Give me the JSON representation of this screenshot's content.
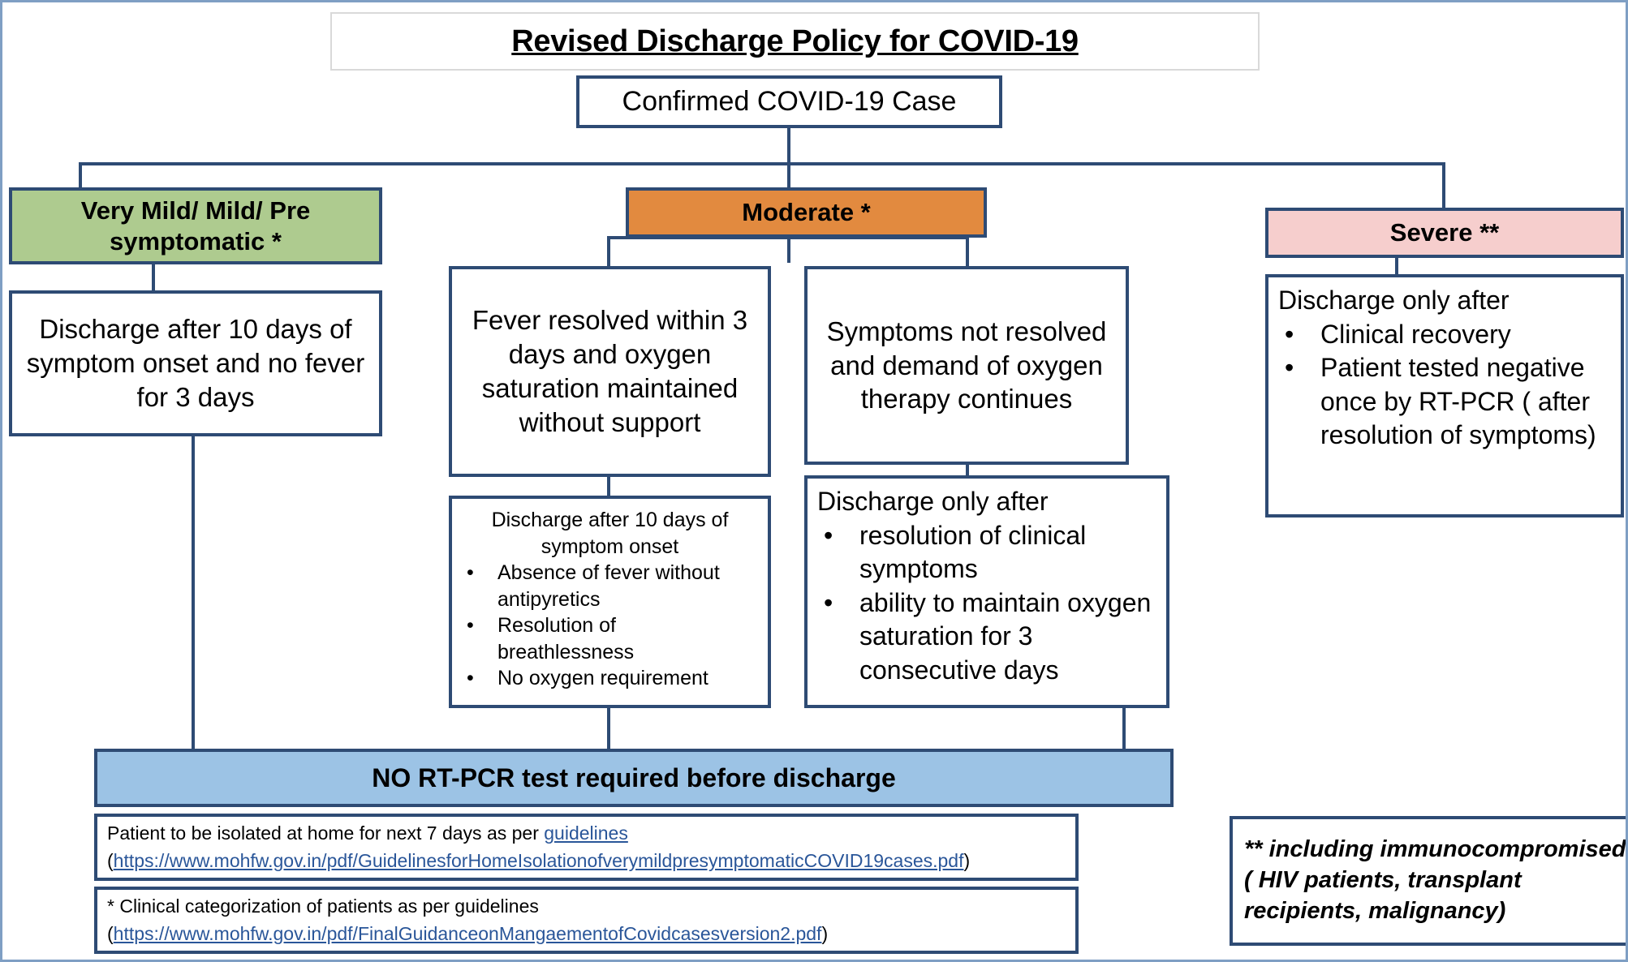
{
  "title": "Revised Discharge Policy for COVID-19",
  "root": {
    "label": "Confirmed  COVID-19 Case"
  },
  "colors": {
    "mild_fill": "#aecb8f",
    "moderate_fill": "#e28a3f",
    "severe_fill": "#f6cecd",
    "summary_fill": "#9cc3e5",
    "border": "#2e4b74",
    "link": "#2a5699"
  },
  "branches": {
    "mild": {
      "header": "Very Mild/ Mild/ Pre symptomatic *",
      "content": "Discharge after 10 days of symptom onset and no fever for 3 days"
    },
    "moderate": {
      "header": "Moderate *",
      "left": {
        "condition": "Fever resolved within 3 days and oxygen saturation maintained without support",
        "outcome_lead": "Discharge after 10 days of symptom onset",
        "outcome_bullets": [
          "Absence of fever without antipyretics",
          "Resolution of breathlessness",
          "No oxygen requirement"
        ]
      },
      "right": {
        "condition": "Symptoms not resolved and demand of oxygen therapy continues",
        "outcome_lead": "Discharge only after",
        "outcome_bullets": [
          "resolution of clinical symptoms",
          "ability to maintain oxygen saturation for 3 consecutive days"
        ]
      }
    },
    "severe": {
      "header": "Severe **",
      "outcome_lead": "Discharge only after",
      "outcome_bullets": [
        "Clinical recovery",
        "Patient tested negative once by RT-PCR ( after resolution of symptoms)"
      ]
    }
  },
  "summary_bar": "NO RT-PCR test required before discharge",
  "footnotes": {
    "one": {
      "prefix": "Patient to be isolated at home for next 7 days as per ",
      "link_text": "guidelines",
      "open_paren": "(",
      "url": "https://www.mohfw.gov.in/pdf/GuidelinesforHomeIsolationofverymildpresymptomaticCOVID19cases.pdf",
      "close_paren": ")"
    },
    "two": {
      "prefix": "* Clinical categorization of patients  as per guidelines",
      "open_paren": "(",
      "url": "https://www.mohfw.gov.in/pdf/FinalGuidanceonMangaementofCovidcasesversion2.pdf",
      "close_paren": ")"
    }
  },
  "severe_note": "** including immunocompromised ( HIV patients, transplant recipients, malignancy)"
}
